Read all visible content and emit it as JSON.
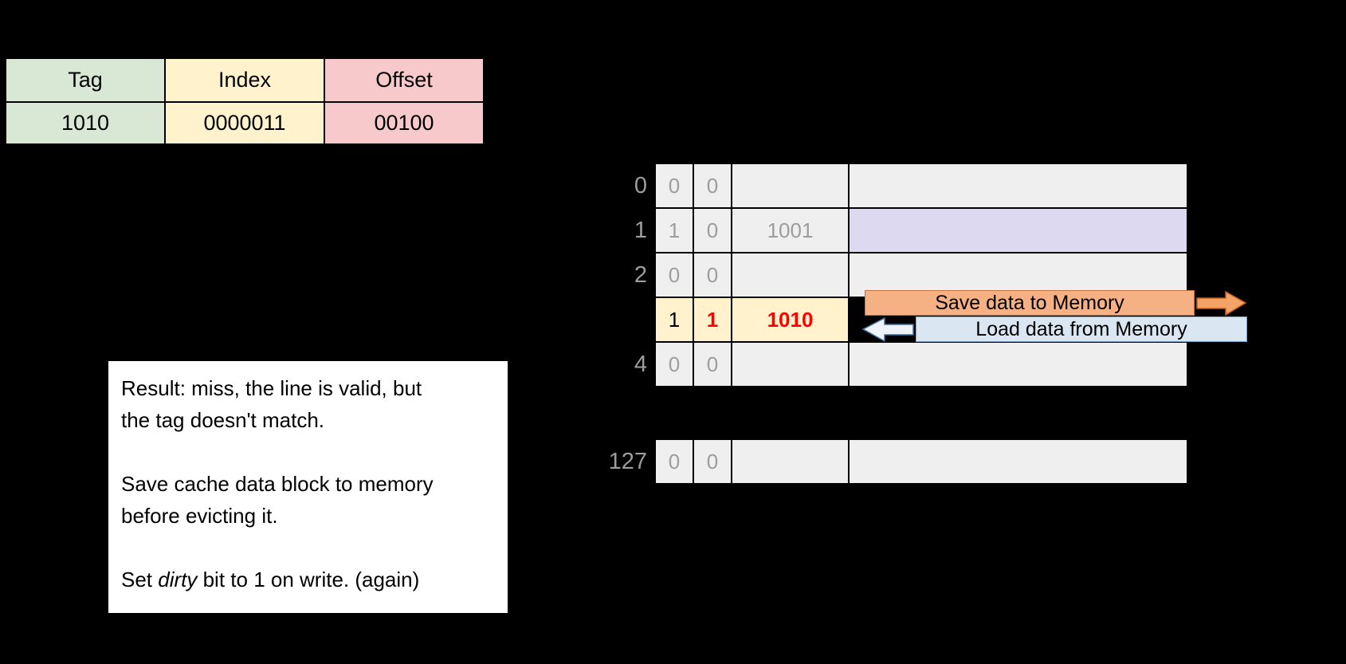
{
  "colors": {
    "background": "#000000",
    "tag_cell": "#d8e8d4",
    "index_cell": "#fff2cc",
    "offset_cell": "#f8c9cb",
    "cache_cell": "#efefef",
    "highlight_row": "#fff2cc",
    "data_block_highlight": "#dcd9f0",
    "mismatch_text": "#ff0000",
    "muted_text": "#9d9d9d",
    "save_banner": "#f5b183",
    "load_banner": "#dae6f2"
  },
  "address_breakdown": {
    "headers": {
      "tag": "Tag",
      "index": "Index",
      "offset": "Offset"
    },
    "values": {
      "tag": "1010",
      "index": "0000011",
      "offset": "00100"
    }
  },
  "cache": {
    "rows": [
      {
        "index": "0",
        "valid": "0",
        "dirty": "0",
        "tag": ""
      },
      {
        "index": "1",
        "valid": "1",
        "dirty": "0",
        "tag": "1001"
      },
      {
        "index": "2",
        "valid": "0",
        "dirty": "0",
        "tag": ""
      },
      {
        "index": "",
        "valid": "1",
        "dirty": "1",
        "tag": "1010"
      },
      {
        "index": "4",
        "valid": "0",
        "dirty": "0",
        "tag": ""
      },
      {
        "index": "127",
        "valid": "0",
        "dirty": "0",
        "tag": ""
      }
    ]
  },
  "memory_ops": {
    "save_label": "Save data to Memory",
    "load_label": "Load data from Memory"
  },
  "result_note": {
    "lines": [
      "Result: miss, the line is valid, but",
      "the tag doesn't match.",
      "",
      "Save cache data block to memory",
      "before evicting it.",
      ""
    ],
    "final_prefix": "Set ",
    "final_italic": "dirty",
    "final_suffix": " bit to 1 on write. (again)"
  }
}
